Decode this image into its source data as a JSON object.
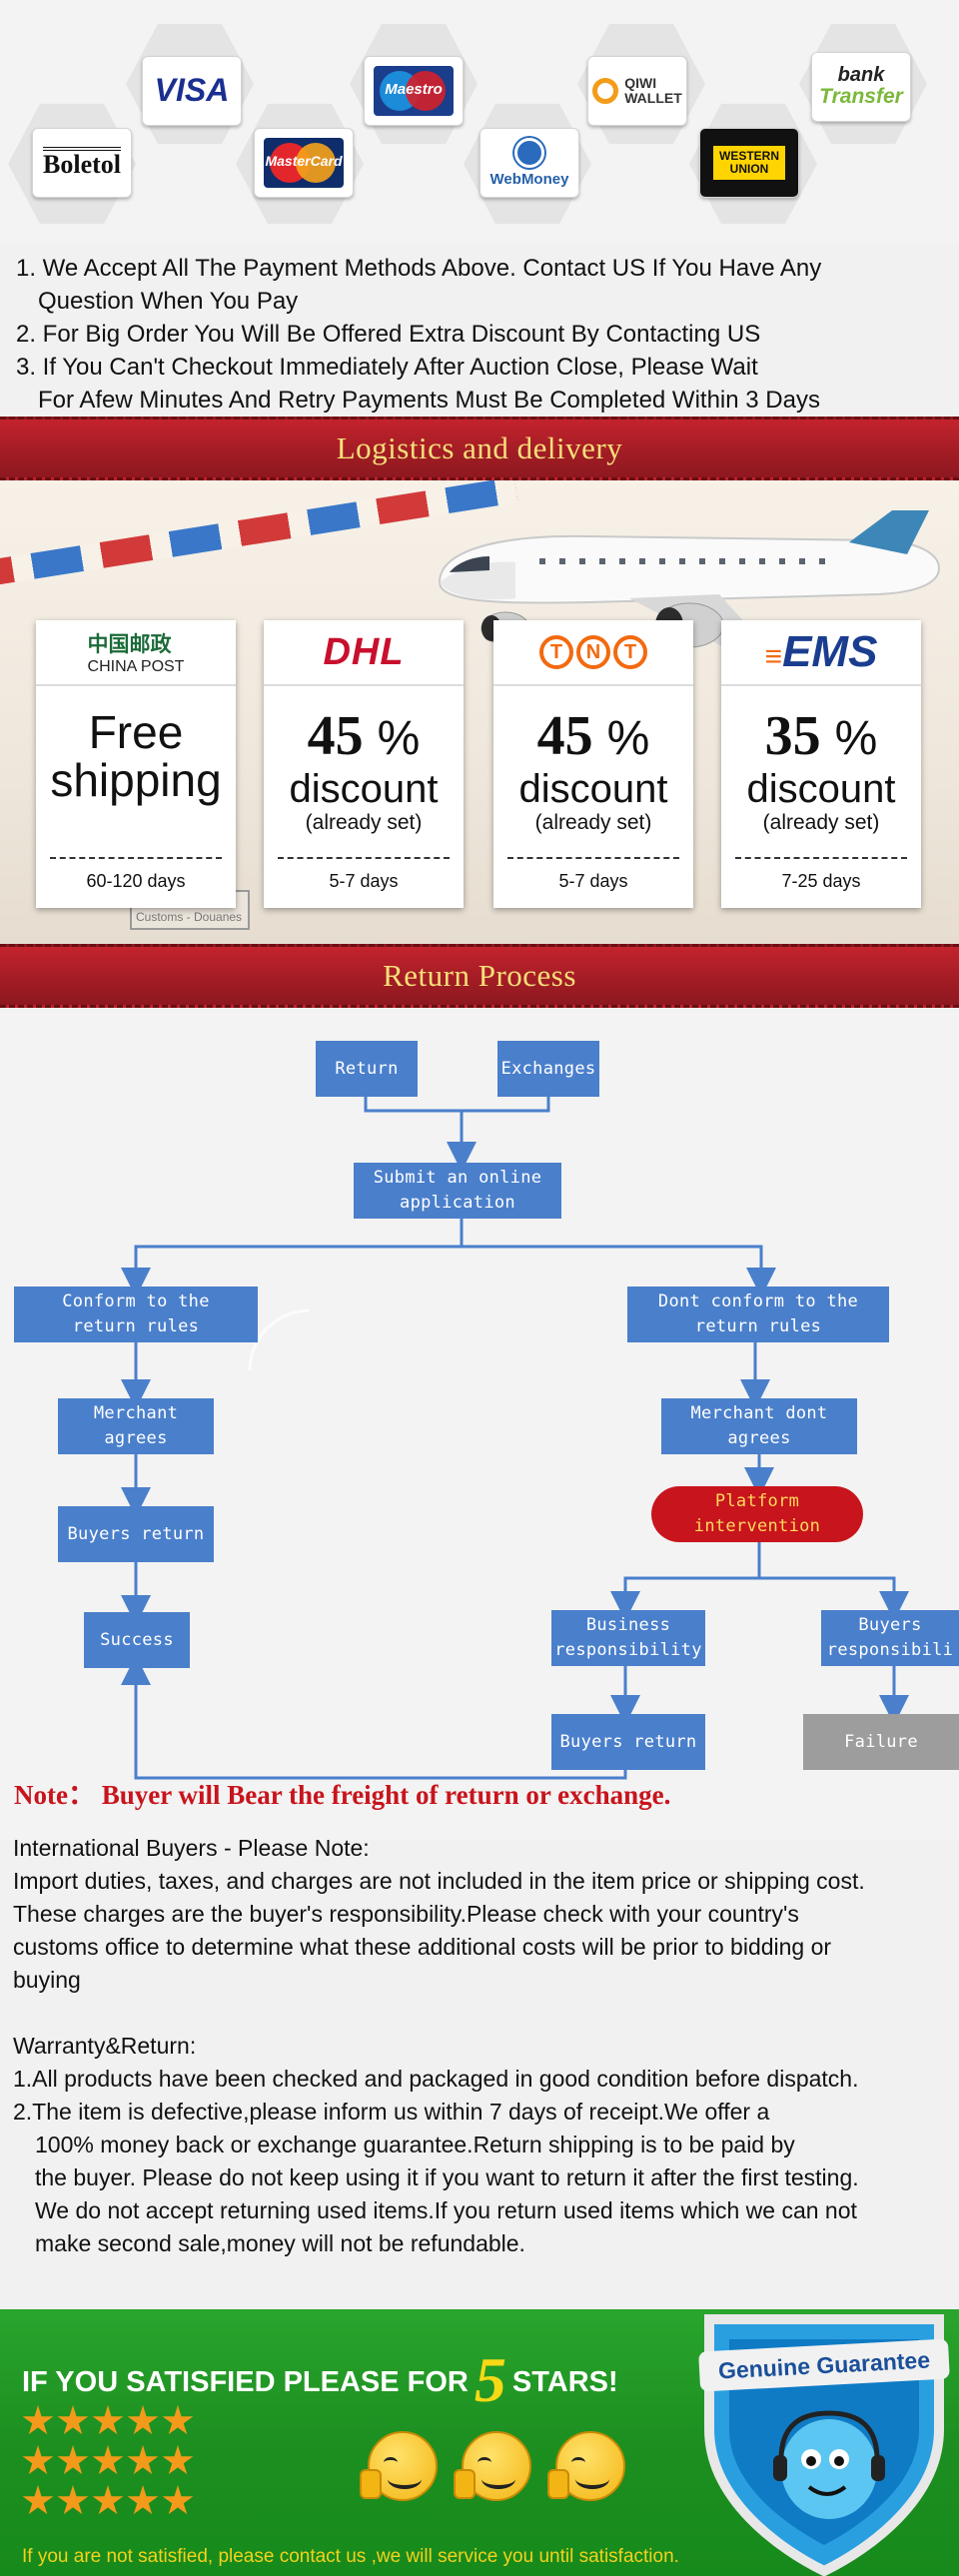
{
  "payment_methods": {
    "visa": "VISA",
    "boletol": "Boletol",
    "mastercard": "MasterCard",
    "maestro": "Maestro",
    "webmoney": "WebMoney",
    "qiwi_line1": "QIWI",
    "qiwi_line2": "WALLET",
    "western_union_line1": "WESTERN",
    "western_union_line2": "UNION",
    "bank_line1": "bank",
    "bank_line2": "Transfer",
    "notes": [
      "1. We Accept All The Payment Methods Above. Contact US If You Have Any",
      "Question When You Pay",
      "2. For Big Order You Will Be Offered Extra Discount By Contacting US",
      "3. If You Can't Checkout Immediately After Auction Close, Please Wait",
      "For Afew Minutes And Retry Payments Must Be Completed Within 3 Days"
    ]
  },
  "logistics": {
    "banner_title": "Logistics and delivery",
    "stamp_text": "Customs - Douanes",
    "carriers": [
      {
        "logo_cn": "中国邮政",
        "logo_en": "CHINA POST",
        "headline_1": "Free",
        "headline_2": "shipping",
        "days": "60-120 days"
      },
      {
        "logo": "DHL",
        "percent": "45",
        "percent_sign": "%",
        "word": "discount",
        "note": "(already set)",
        "days": "5-7 days"
      },
      {
        "logo": "TNT",
        "percent": "45",
        "percent_sign": "%",
        "word": "discount",
        "note": "(already set)",
        "days": "5-7 days"
      },
      {
        "logo": "EMS",
        "percent": "35",
        "percent_sign": "%",
        "word": "discount",
        "note": "(already set)",
        "days": "7-25 days"
      }
    ]
  },
  "return_process": {
    "banner_title": "Return Process",
    "nodes": {
      "return": "Return",
      "exchanges": "Exchanges",
      "submit_1": "Submit an online",
      "submit_2": "application",
      "conform_1": "Conform to the",
      "conform_2": "return rules",
      "not_conform_1": "Dont conform to the",
      "not_conform_2": "return rules",
      "merchant_agrees": "Merchant agrees",
      "merchant_disagrees": "Merchant dont agrees",
      "platform_1": "Platform",
      "platform_2": "intervention",
      "buyers_return_left": "Buyers return",
      "success": "Success",
      "business_1": "Business",
      "business_2": "responsibility",
      "buyers_resp_1": "Buyers",
      "buyers_resp_2": "responsibili",
      "buyers_return_right": "Buyers return",
      "failure": "Failure"
    },
    "note": "Note： Buyer will Bear the freight of return or exchange."
  },
  "buyer_notes": {
    "intl_heading": "International Buyers - Please Note:",
    "intl_body_1": "Import duties, taxes, and charges are not included in the item price or shipping cost.",
    "intl_body_2": "These charges are the buyer's responsibility.Please check with your country's",
    "intl_body_3": "customs office to determine what these additional costs will be prior to bidding or",
    "intl_body_4": "buying",
    "warranty_heading": "Warranty&Return:",
    "warranty_1": "1.All products have been checked and packaged in good condition before dispatch.",
    "warranty_2a": "2.The item is defective,please inform us within 7 days of receipt.We offer a",
    "warranty_2b": "100% money back or exchange guarantee.Return shipping is to be paid by",
    "warranty_2c": "the buyer. Please do not keep using it if you want to return it after the first testing.",
    "warranty_2d": "We do not accept returning used items.If you return used items which we can not",
    "warranty_2e": "make second sale,money will not be refundable."
  },
  "satisfaction_banner": {
    "headline_before": "IF YOU SATISFIED PLEASE FOR",
    "headline_number": "5",
    "headline_after": "STARS!",
    "star_rows": 3,
    "stars_per_row": 5,
    "guarantee": "Genuine Guarantee",
    "footer": "If you are not satisfied, please contact us ,we will service you until satisfaction."
  },
  "colors": {
    "banner_red": "#a11c24",
    "banner_text_gold": "#f6df7a",
    "flow_blue": "#4a7fcb",
    "flow_red": "#c8141c",
    "flow_gray": "#9d9d9d",
    "bottom_green": "#1c8f20",
    "star_orange": "#f39a1b"
  }
}
